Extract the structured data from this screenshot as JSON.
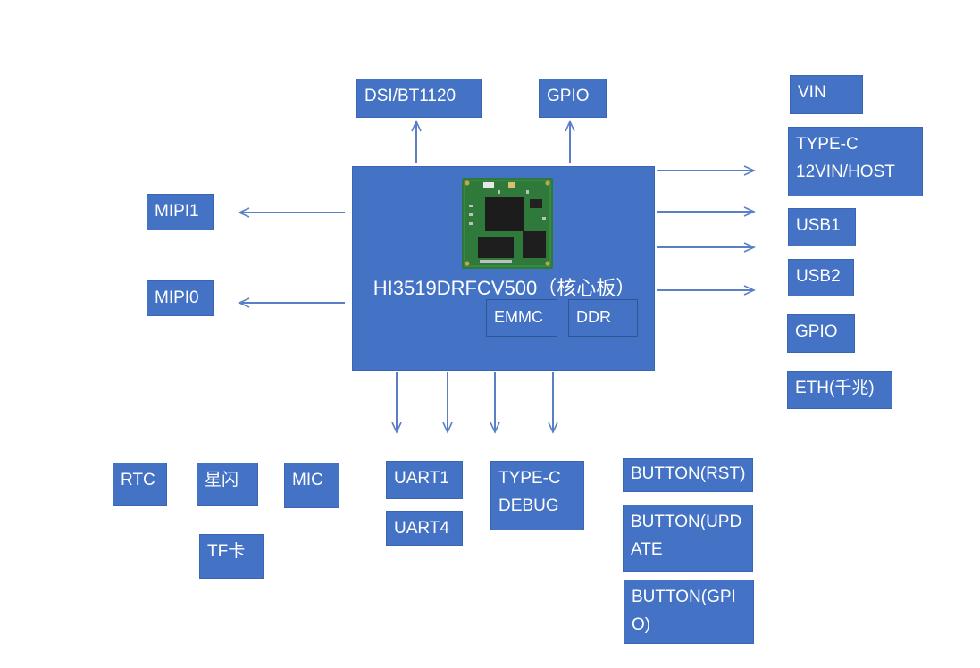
{
  "colors": {
    "box_fill": "#4472c4",
    "arrow": "#5b7fc7",
    "pcb": "#2f7a3a"
  },
  "core": {
    "title": "HI3519DRFCV500（核心板）",
    "emmc": "EMMC",
    "ddr": "DDR"
  },
  "top": {
    "dsi": "DSI/BT1120",
    "gpio": "GPIO"
  },
  "left": {
    "mipi1": "MIPI1",
    "mipi0": "MIPI0"
  },
  "right": {
    "vin": "VIN",
    "typec_line1": "TYPE-C",
    "typec_line2": "12VIN/HOST",
    "usb1": "USB1",
    "usb2": "USB2",
    "gpio": "GPIO",
    "eth": "ETH(千兆)"
  },
  "bottom": {
    "rtc": "RTC",
    "flash": "星闪",
    "mic": "MIC",
    "tf": "TF卡",
    "uart1": "UART1",
    "uart4": "UART4",
    "typec_debug_line1": "TYPE-C",
    "typec_debug_line2": "DEBUG",
    "btn_rst": "BUTTON(RST)",
    "btn_update_line1": "BUTTON(UPD",
    "btn_update_line2": "ATE",
    "btn_gpio_line1": "BUTTON(GPI",
    "btn_gpio_line2": "O)"
  }
}
